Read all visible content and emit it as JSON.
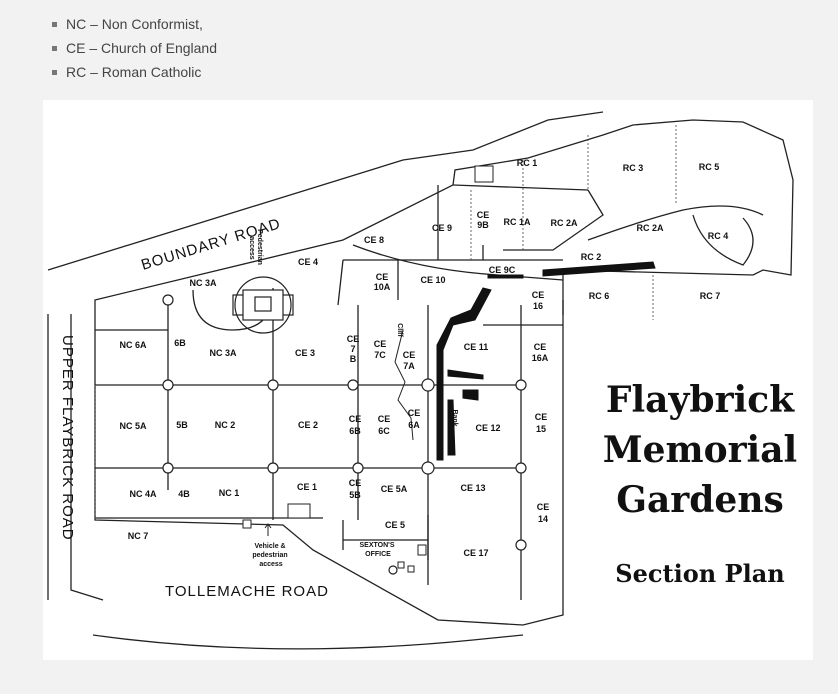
{
  "legend": {
    "items": [
      "NC – Non Conformist,",
      "CE – Church of England",
      "RC – Roman Catholic"
    ]
  },
  "map": {
    "title_lines": [
      "Flaybrick",
      "Memorial",
      "Gardens"
    ],
    "subtitle": "Section Plan",
    "roads": {
      "boundary": "BOUNDARY   ROAD",
      "upper_flaybrick": "UPPER  FLAYBRICK  ROAD",
      "tollemache": "TOLLEMACHE  ROAD"
    },
    "annotations": {
      "pedestrian_access": [
        "Pedestrian",
        "access"
      ],
      "vehicle_access": [
        "Vehicle &",
        "pedestrian",
        "access"
      ],
      "sextons_office": [
        "SEXTON'S",
        "OFFICE"
      ],
      "cliff": "Cliff",
      "bank": "Bank"
    },
    "sections": {
      "nc3a_top": "NC 3A",
      "nc6a": "NC 6A",
      "s6b": "6B",
      "nc3a": "NC 3A",
      "nc5a": "NC 5A",
      "s5b": "5B",
      "nc2": "NC 2",
      "nc4a": "NC 4A",
      "s4b": "4B",
      "nc1": "NC 1",
      "nc7": "NC 7",
      "ce4": "CE 4",
      "ce8": "CE 8",
      "ce9": "CE 9",
      "ce9b": [
        "CE",
        "9B"
      ],
      "rc1": "RC 1",
      "rc1a": "RC 1A",
      "rc2a": "RC 2A",
      "rc3": "RC 3",
      "rc5": "RC 5",
      "rc2a_b": "RC 2A",
      "rc4": "RC 4",
      "rc2": "RC 2",
      "rc6": "RC 6",
      "rc7": "RC 7",
      "ce10a": [
        "CE",
        "10A"
      ],
      "ce10": "CE 10",
      "ce9c": "CE 9C",
      "ce16": [
        "CE",
        "16"
      ],
      "ce3": "CE 3",
      "ce7b": [
        "CE",
        "7",
        "B"
      ],
      "ce7c": [
        "CE",
        "7C"
      ],
      "ce7a": [
        "CE",
        "7A"
      ],
      "ce11": "CE 11",
      "ce16a": [
        "CE",
        "16A"
      ],
      "ce2": "CE 2",
      "ce6b": [
        "CE",
        "6B"
      ],
      "ce6c": [
        "CE",
        "6C"
      ],
      "ce6a": [
        "CE",
        "6A"
      ],
      "ce12": "CE 12",
      "ce15": [
        "CE",
        "15"
      ],
      "ce1": "CE 1",
      "ce5b": [
        "CE",
        "5B"
      ],
      "ce5a": "CE 5A",
      "ce13": "CE 13",
      "ce14": [
        "CE",
        "14"
      ],
      "ce5": "CE 5",
      "ce17": "CE 17"
    }
  }
}
